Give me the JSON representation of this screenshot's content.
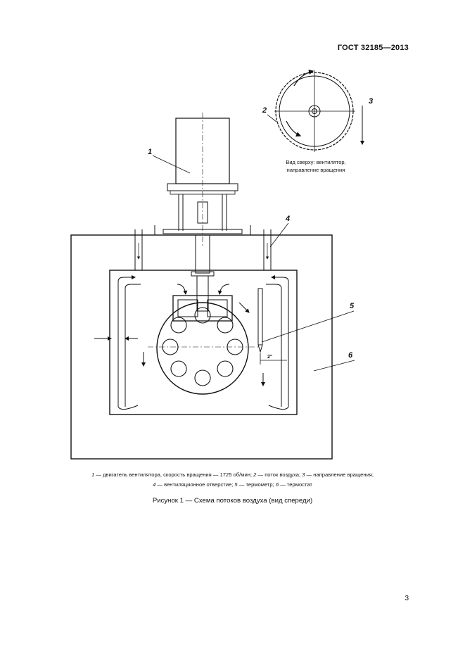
{
  "header": {
    "doc_code": "ГОСТ 32185—2013"
  },
  "figure": {
    "labels": {
      "l1": "1",
      "l2": "2",
      "l3": "3",
      "l4": "4",
      "l5": "5",
      "l6": "6"
    },
    "fan_caption": {
      "line1": "Вид сверху: вентилятор,",
      "line2": "направление вращения"
    },
    "distance_label": "2\""
  },
  "legend": {
    "line1": [
      {
        "num": "1",
        "text": " — двигатель вентилятора, скорость вращения — 1725 об/мин; "
      },
      {
        "num": "2",
        "text": " — поток воздуха; "
      },
      {
        "num": "3",
        "text": " — направление вращения;"
      }
    ],
    "line2": [
      {
        "num": "4",
        "text": " — вентиляционное отверстие; "
      },
      {
        "num": "5",
        "text": " — термометр; "
      },
      {
        "num": "6",
        "text": " — термостат"
      }
    ]
  },
  "caption": "Рисунок 1 — Схема потоков воздуха (вид спереди)",
  "page_number": "3"
}
